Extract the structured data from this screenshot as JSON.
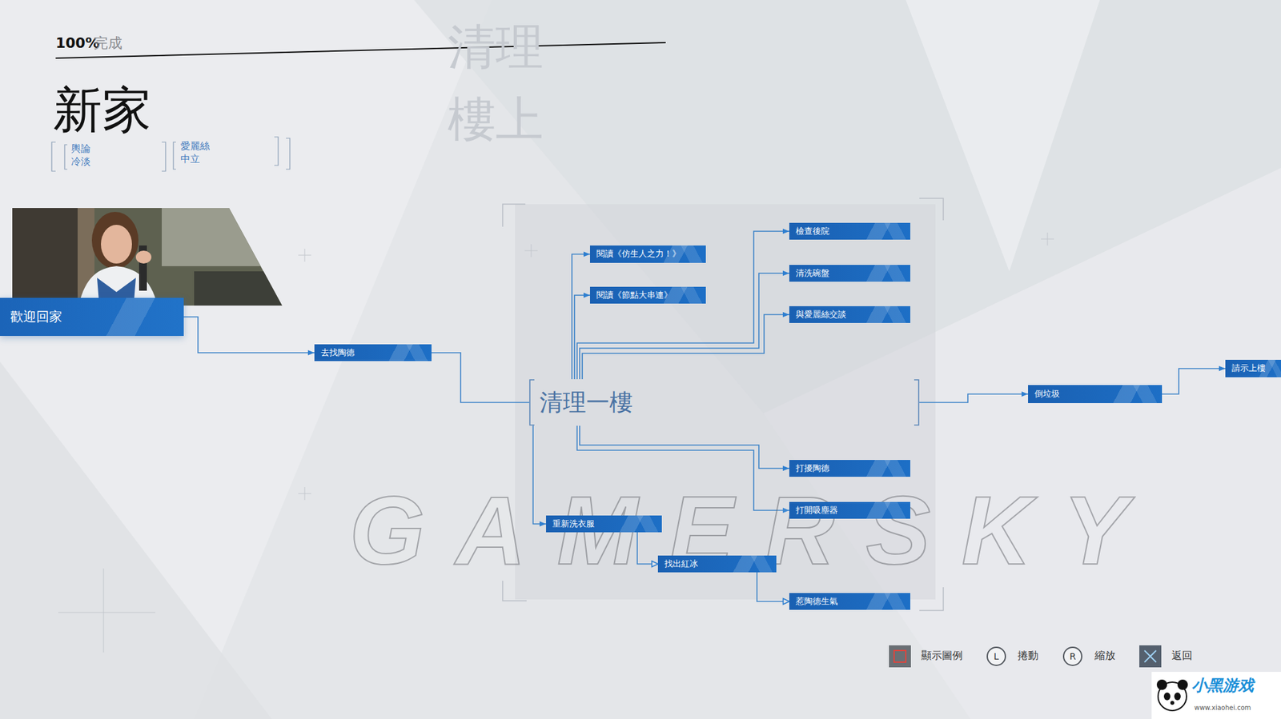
{
  "diagram": {
    "title": "新家",
    "nodes": [
      {
        "text": [
          "歡迎回家"
        ]
      },
      {
        "text": [
          "去找陶德"
        ]
      },
      {
        "text": [
          "清理一樓"
        ]
      },
      {
        "text": [
          "閱讀《仿生人之力！》"
        ]
      },
      {
        "text": [
          "閱讀《節點大串連》"
        ]
      },
      {
        "text": [
          "檢查後院"
        ]
      },
      {
        "text": [
          "清洗碗盤"
        ]
      },
      {
        "text": [
          "與愛麗絲交談"
        ]
      },
      {
        "text": [
          "打擾陶德"
        ]
      },
      {
        "text": [
          "打開吸塵器"
        ]
      },
      {
        "text": [
          "重新洗衣服"
        ]
      },
      {
        "text": [
          "找出紅冰"
        ]
      },
      {
        "text": [
          "惹陶德生氣"
        ]
      },
      {
        "text": [
          "倒垃圾"
        ]
      },
      {
        "text": [
          "請示上樓"
        ]
      }
    ],
    "edges": [
      {
        "from": 0,
        "to": 1,
        "arrow": "to"
      },
      {
        "from": 1,
        "to": 2,
        "arrow": "none"
      },
      {
        "from": 2,
        "to": 3,
        "arrow": "to"
      },
      {
        "from": 2,
        "to": 4,
        "arrow": "to"
      },
      {
        "from": 2,
        "to": 5,
        "arrow": "to"
      },
      {
        "from": 2,
        "to": 6,
        "arrow": "to"
      },
      {
        "from": 2,
        "to": 7,
        "arrow": "to"
      },
      {
        "from": 2,
        "to": 8,
        "arrow": "to"
      },
      {
        "from": 2,
        "to": 9,
        "arrow": "to"
      },
      {
        "from": 2,
        "to": 10,
        "arrow": "to"
      },
      {
        "from": 10,
        "to": 11,
        "arrow": "to"
      },
      {
        "from": 11,
        "to": 12,
        "arrow": "to"
      },
      {
        "from": 2,
        "to": 13,
        "arrow": "to"
      },
      {
        "from": 13,
        "to": 14,
        "arrow": "to"
      }
    ],
    "labels": [
      "100%",
      "完成",
      "輿論",
      "冷淡",
      "愛麗絲",
      "中立",
      "清理",
      "樓上",
      "GAMERSKY",
      "顯示圖例",
      "L",
      "捲動",
      "R",
      "縮放",
      "返回",
      "小黑游戏",
      "www.xiaohei.com"
    ]
  }
}
